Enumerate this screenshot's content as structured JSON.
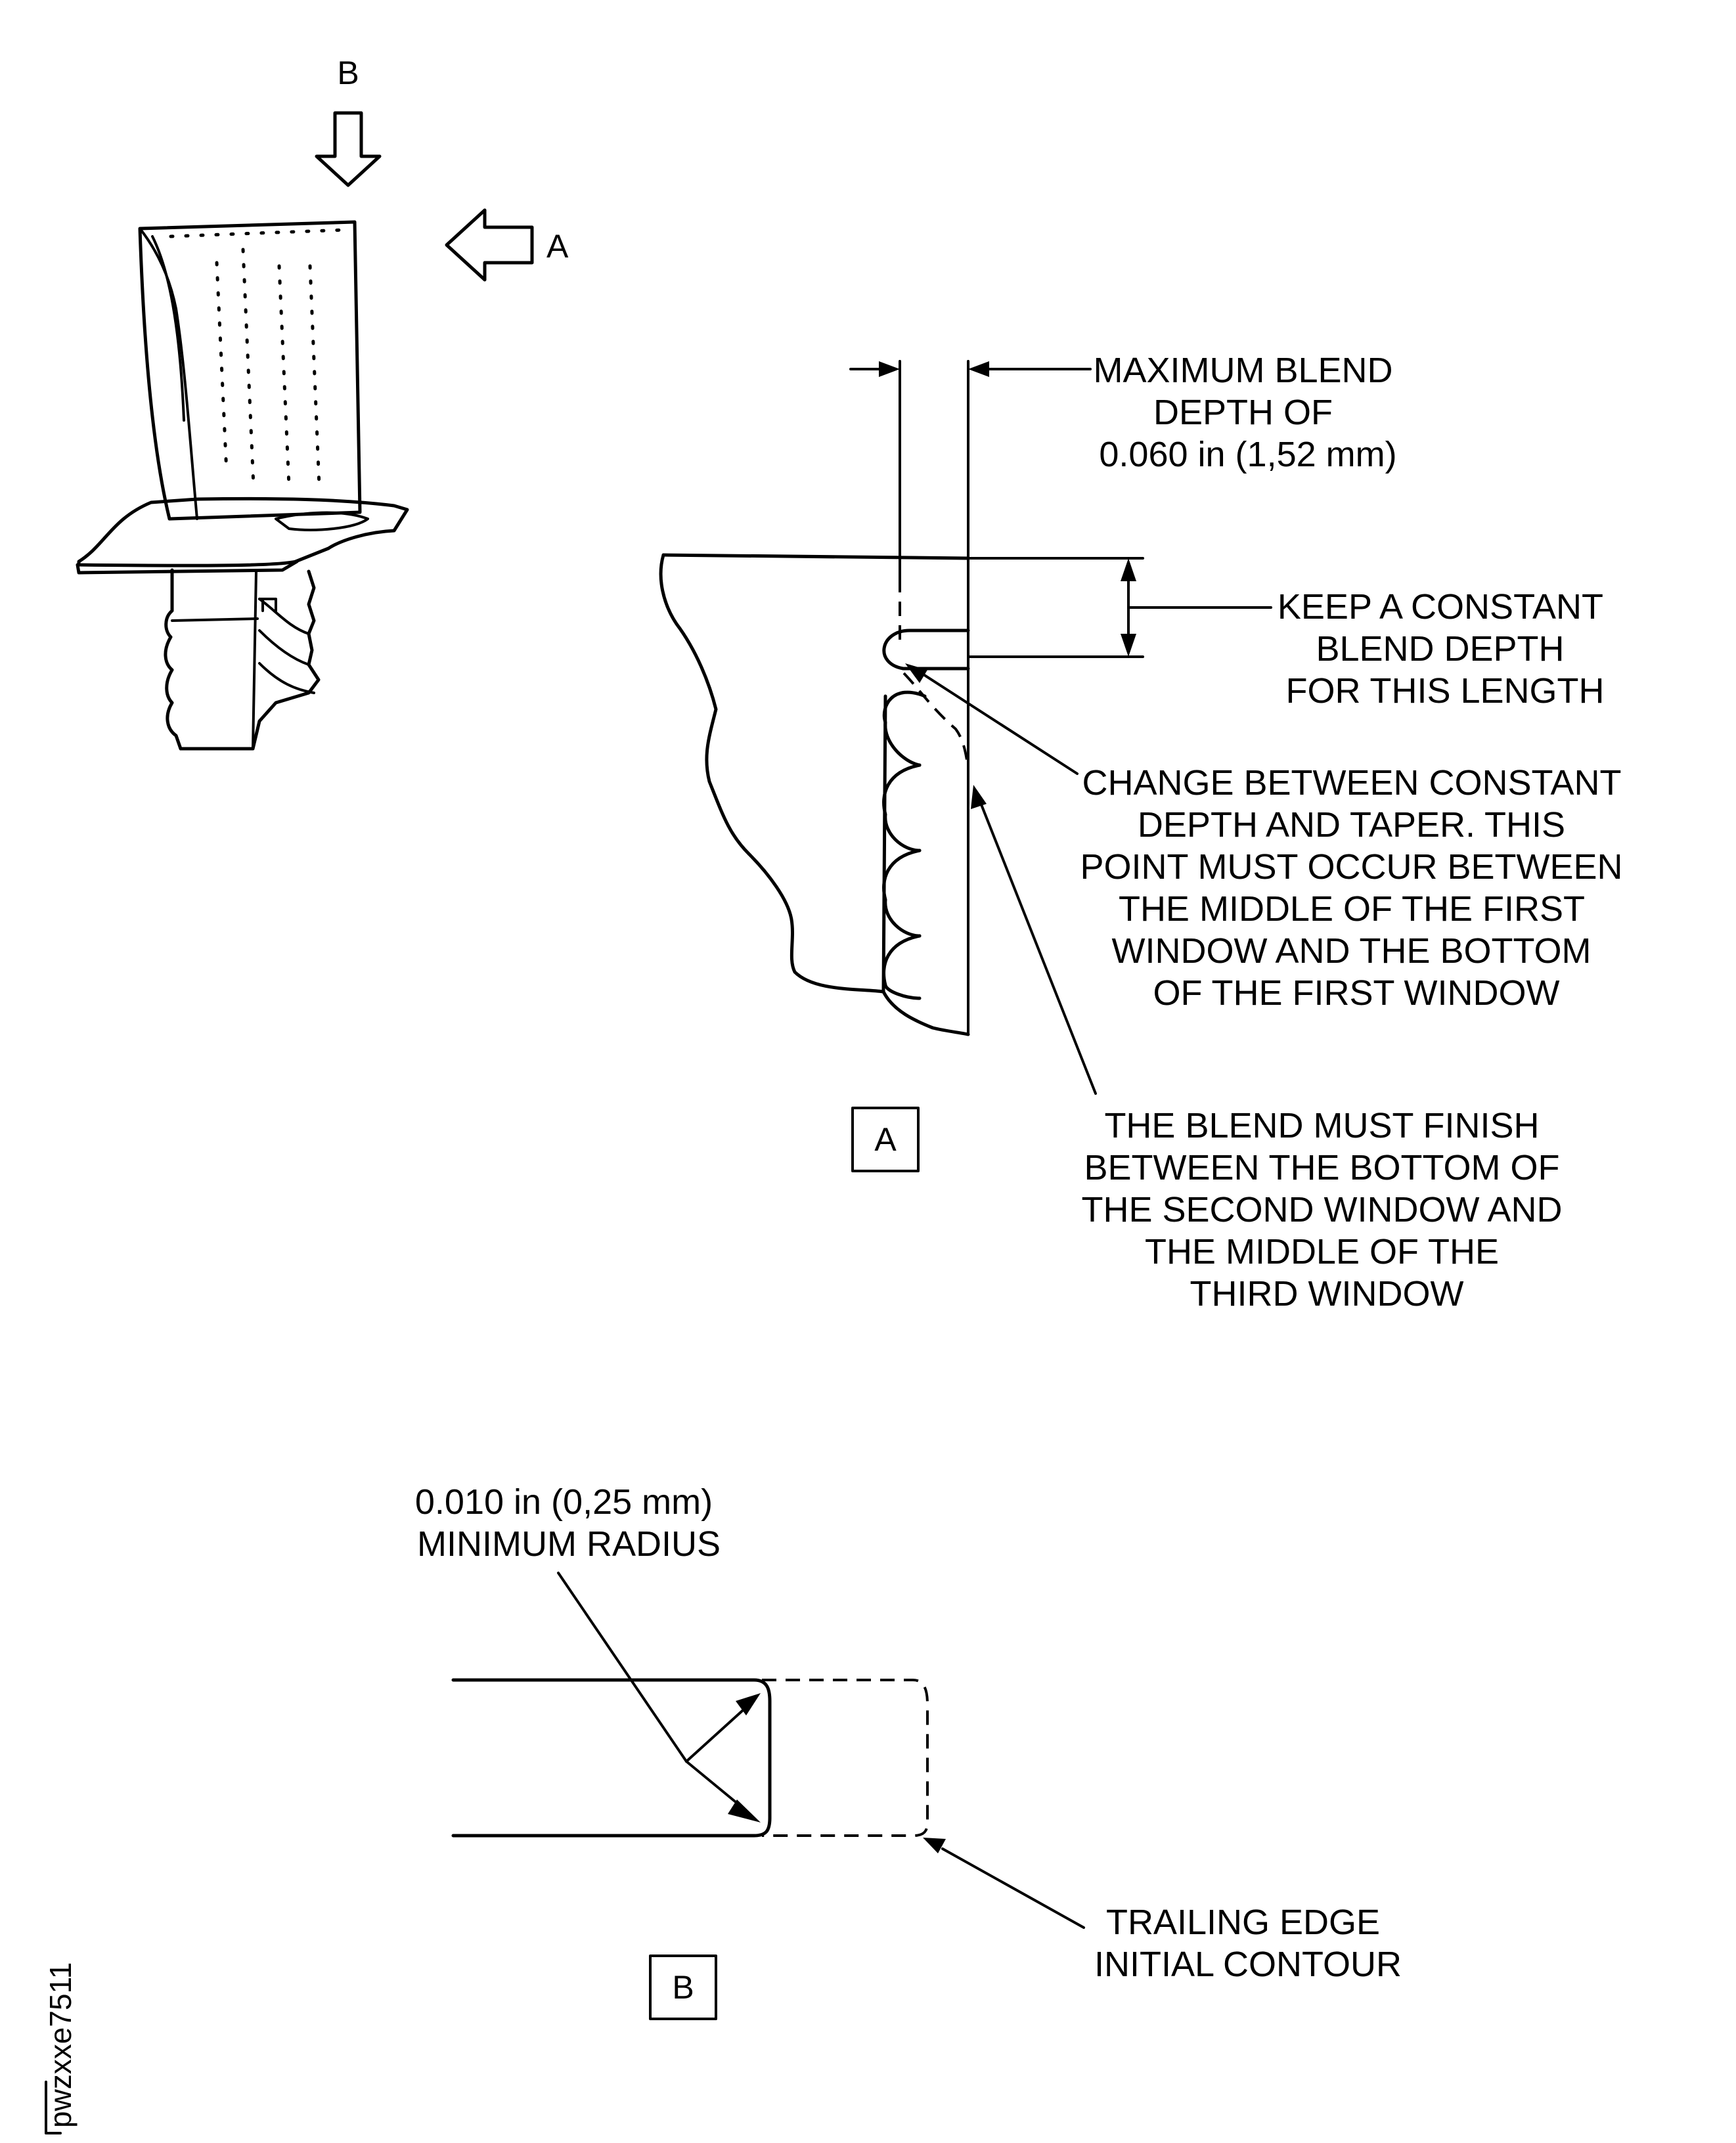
{
  "view_arrows": {
    "b": "B",
    "a": "A"
  },
  "view_a": {
    "label": "A",
    "max_depth_lines": [
      "MAXIMUM BLEND",
      "DEPTH OF",
      "0.060 in (1,52 mm)"
    ],
    "constant_depth_lines": [
      "KEEP A CONSTANT",
      "BLEND DEPTH",
      "FOR THIS LENGTH"
    ],
    "change_point_lines": [
      "CHANGE BETWEEN CONSTANT",
      "DEPTH AND TAPER. THIS",
      "POINT MUST OCCUR BETWEEN",
      "THE MIDDLE OF THE FIRST",
      "WINDOW AND THE BOTTOM",
      "OF THE FIRST WINDOW"
    ],
    "finish_lines": [
      "THE BLEND MUST FINISH",
      "BETWEEN THE BOTTOM OF",
      "THE SECOND WINDOW AND",
      "THE MIDDLE OF THE",
      "THIRD WINDOW"
    ]
  },
  "view_b": {
    "label": "B",
    "radius_lines": [
      "0.010 in (0,25 mm)",
      "MINIMUM RADIUS"
    ],
    "contour_lines": [
      "TRAILING EDGE",
      "INITIAL CONTOUR"
    ]
  },
  "figure_id": "pwzxxe7511"
}
